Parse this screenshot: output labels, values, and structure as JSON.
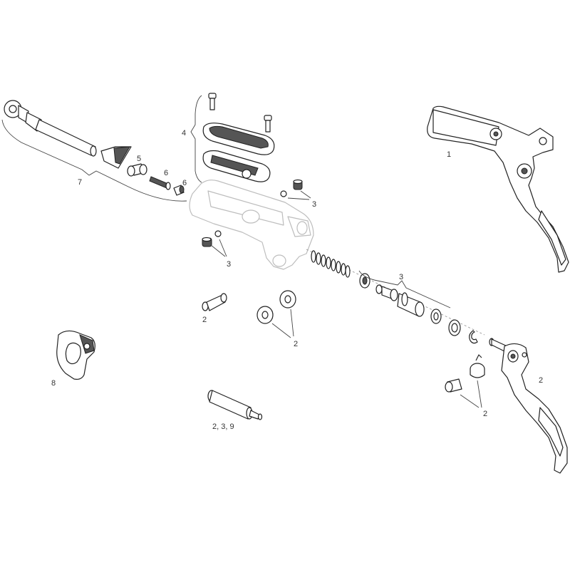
{
  "callouts": {
    "c1": "1",
    "c2_lever": "2",
    "c2_pin": "2",
    "c2_washers": "2",
    "c2_bushing_spring": "2",
    "c2_3_9": "2, 3, 9",
    "c3_right": "3",
    "c3_left": "3",
    "c3_piston": "3",
    "c4": "4",
    "c5": "5",
    "c6_a": "6",
    "c6_b": "6",
    "c7": "7",
    "c8": "8"
  },
  "colors": {
    "line": "#222222",
    "ghost": "#bdbdbd",
    "dark_fill": "#555555",
    "label": "#333333"
  }
}
